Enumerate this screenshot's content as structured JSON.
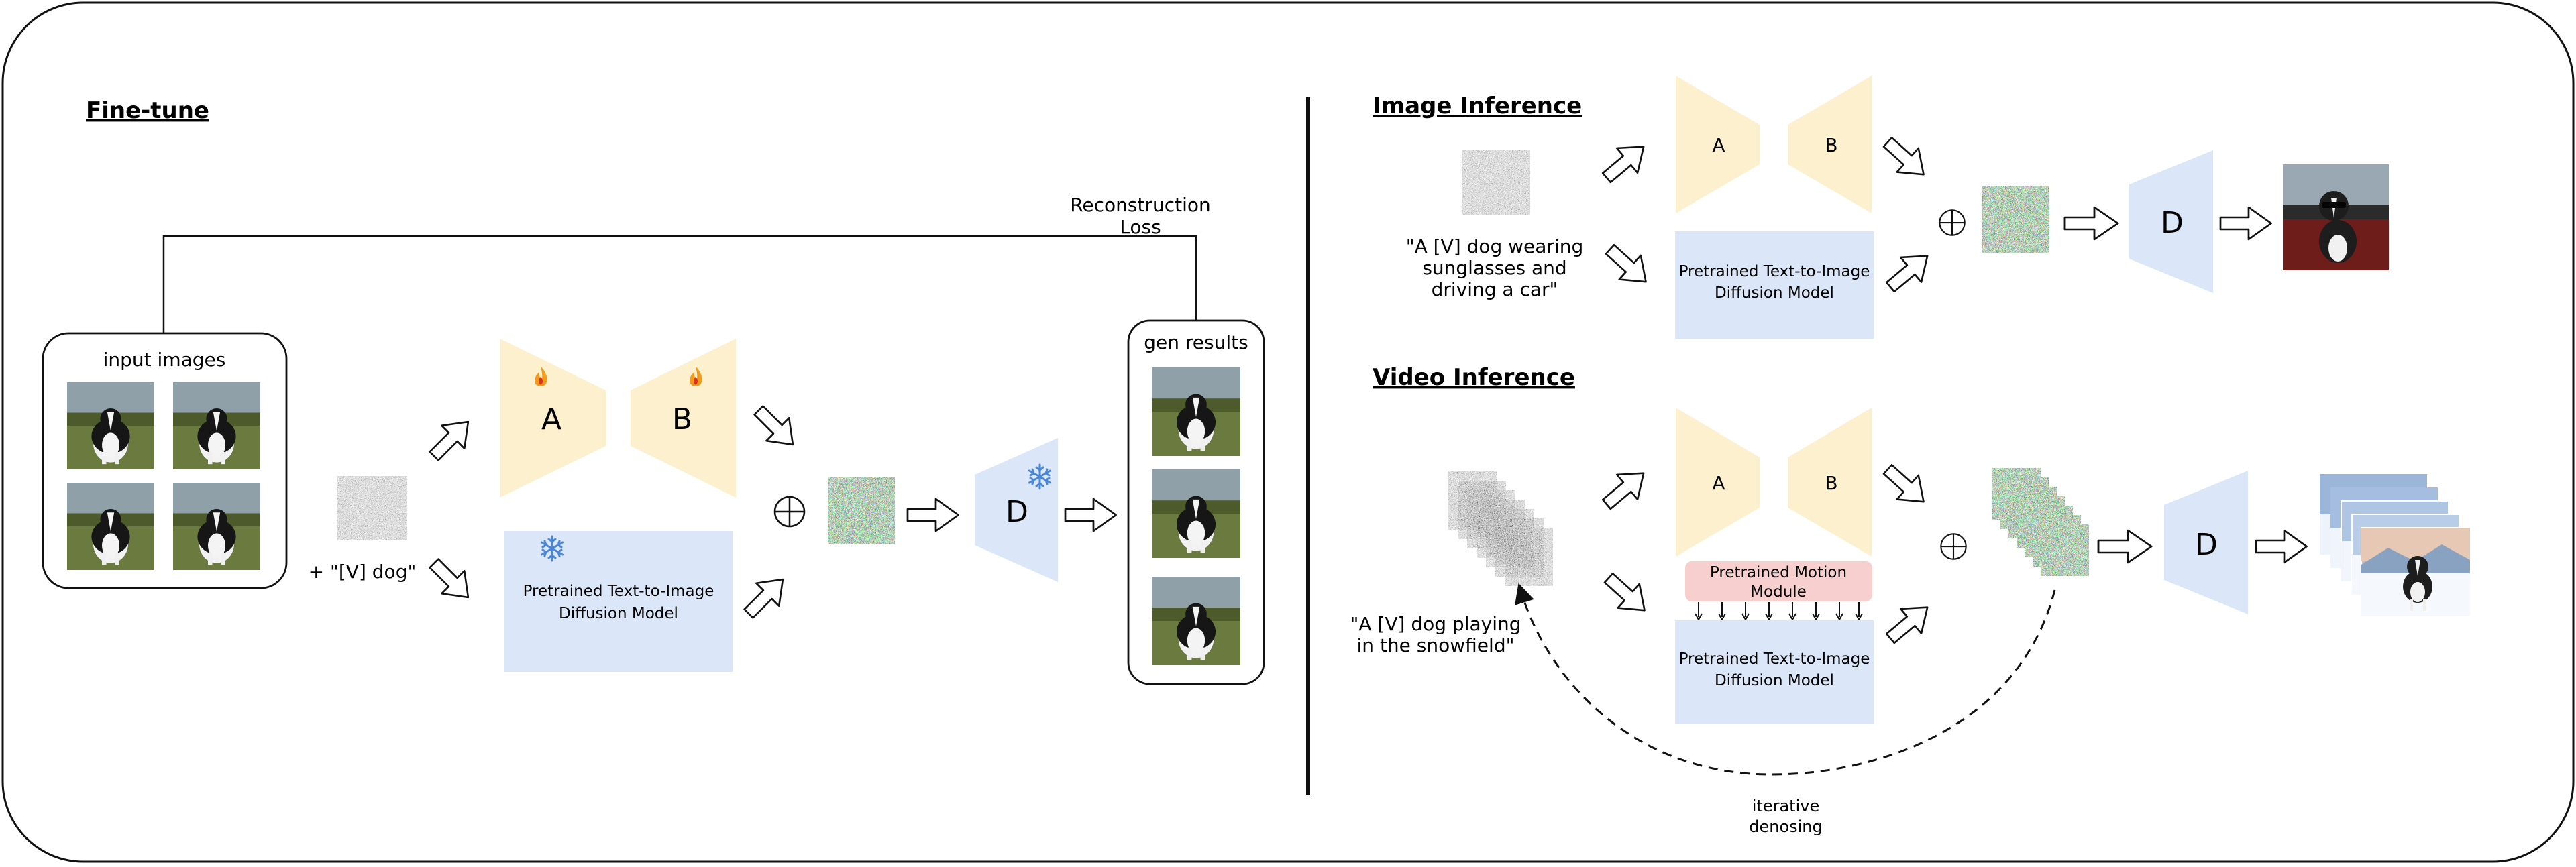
{
  "finetune": {
    "title": "Fine-tune",
    "recon_loss": [
      "Reconstruction",
      "Loss"
    ],
    "input_images_label": "input images",
    "prompt": "+ \"[V] dog\"",
    "adapter_a": "A",
    "adapter_b": "B",
    "diffusion_model": [
      "Pretrained Text-to-Image",
      "Diffusion Model"
    ],
    "decoder": "D",
    "gen_results_label": "gen results"
  },
  "image_inference": {
    "title": "Image Inference",
    "prompt": [
      "\"A [V] dog wearing",
      "sunglasses and",
      "driving a car\""
    ],
    "adapter_a": "A",
    "adapter_b": "B",
    "diffusion_model": [
      "Pretrained Text-to-Image",
      "Diffusion Model"
    ],
    "decoder": "D"
  },
  "video_inference": {
    "title": "Video Inference",
    "prompt": [
      "\"A [V] dog playing",
      "in the snowfield\""
    ],
    "adapter_a": "A",
    "adapter_b": "B",
    "motion_module": [
      "Pretrained Motion",
      "Module"
    ],
    "diffusion_model": [
      "Pretrained Text-to-Image",
      "Diffusion Model"
    ],
    "decoder": "D",
    "loop_label": [
      "iterative",
      "denosing"
    ]
  },
  "colors": {
    "adapter_fill": "#fdf0cf",
    "diffusion_fill": "#dbe7f8",
    "decoder_fill": "#dbe7f8",
    "motion_fill": "#f8cfcf",
    "snowflake": "#4a86d8",
    "flame": "#f19a1c"
  },
  "icons": [
    "flame-icon",
    "snowflake-icon",
    "direct-sum-icon",
    "arrow-icon"
  ]
}
